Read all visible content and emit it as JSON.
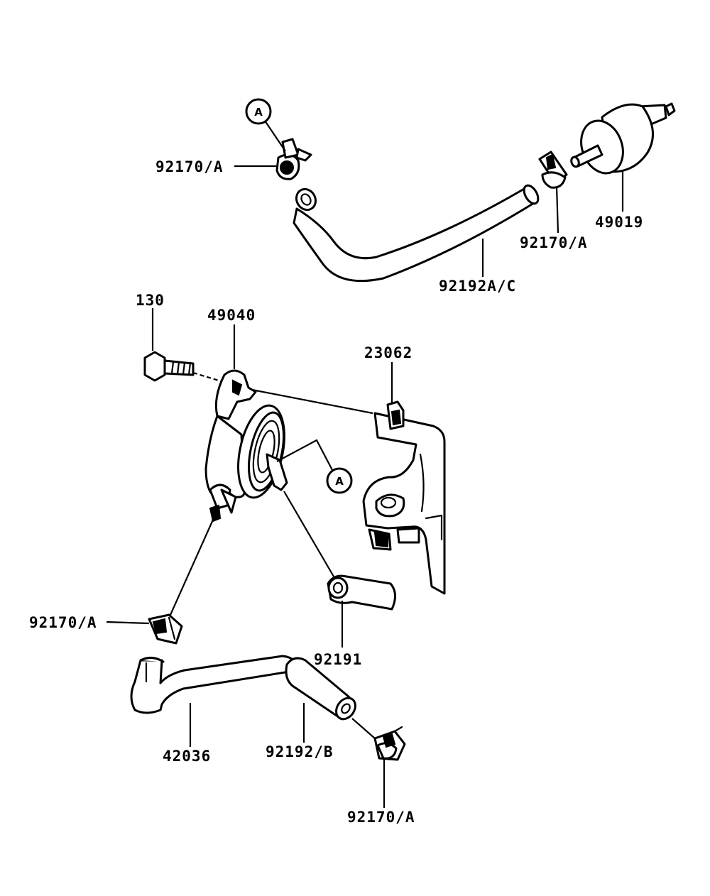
{
  "labels": {
    "clamp_top": "92170/A",
    "clamp_right": "92170/A",
    "filter": "49019",
    "hose_top": "92192A/C",
    "bolt": "130",
    "pump": "49040",
    "bracket": "23062",
    "clamp_left": "92170/A",
    "tube_small": "92191",
    "pipe": "42036",
    "hose_bottom": "92192/B",
    "clamp_bottom": "92170/A"
  },
  "reference_marks": {
    "top": "A",
    "pump": "A"
  }
}
